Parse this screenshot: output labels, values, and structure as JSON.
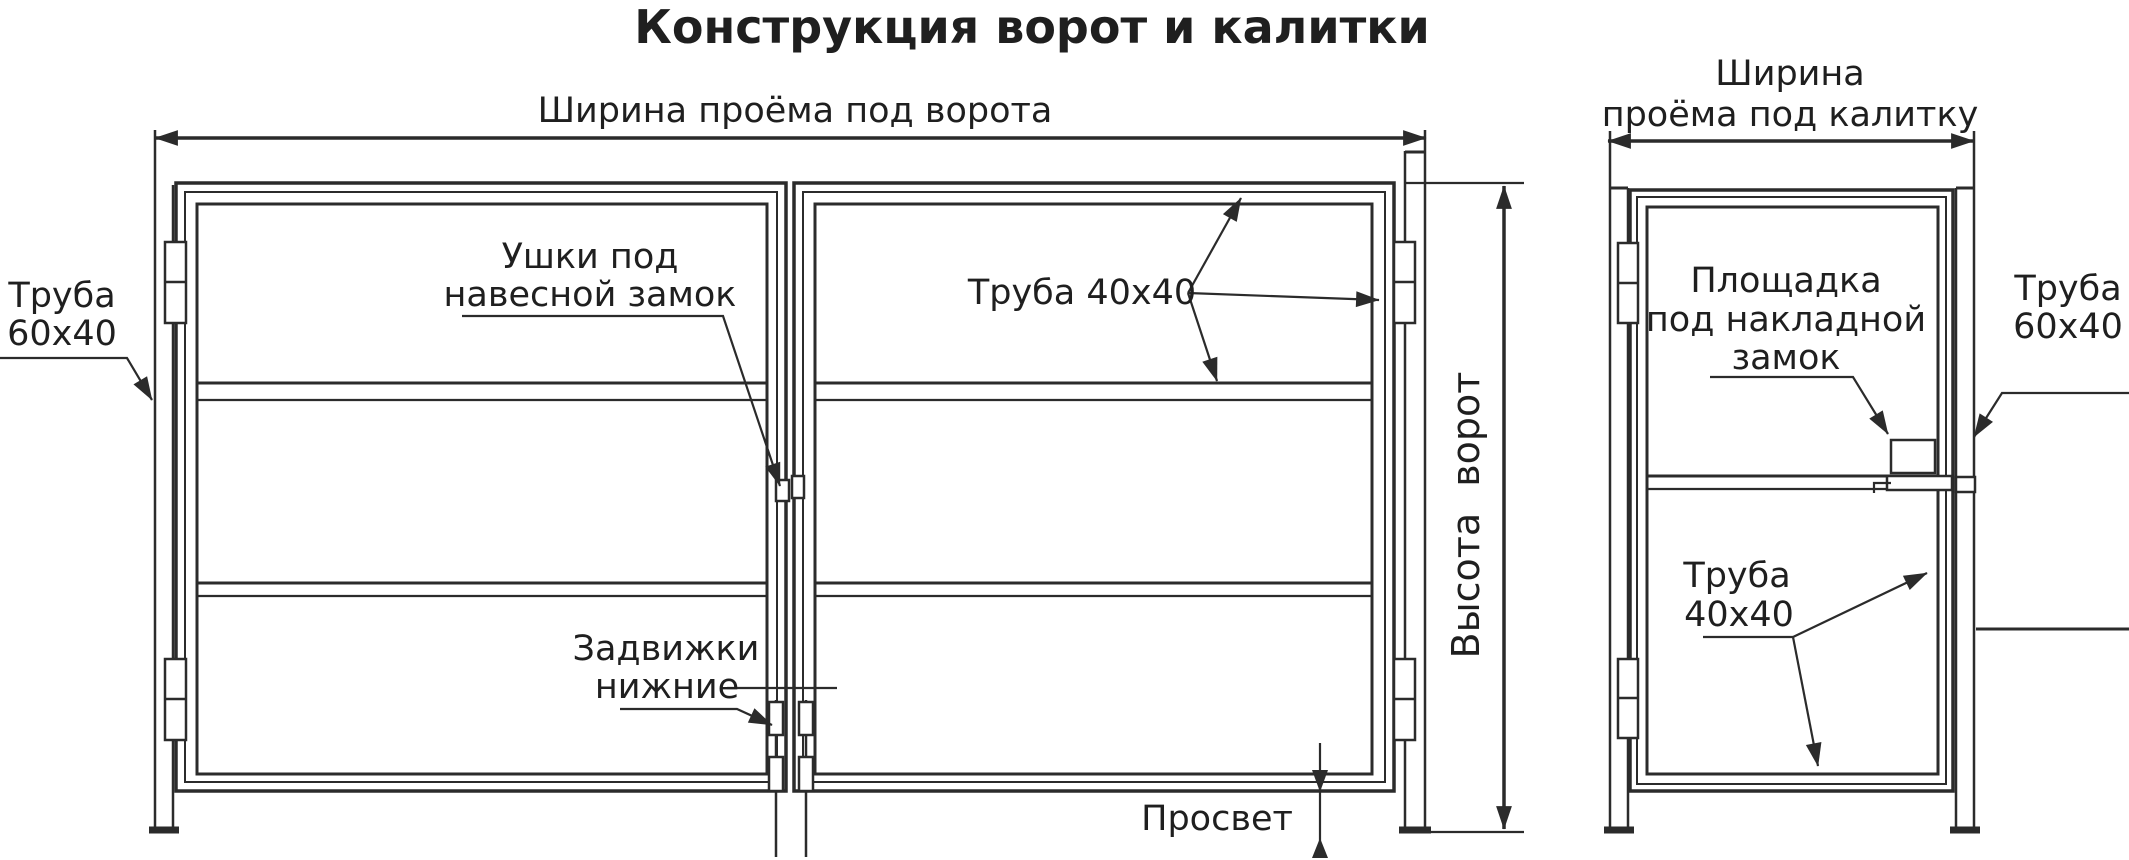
{
  "title": "Конструкция ворот и калитки",
  "colors": {
    "accent": "#c2282e",
    "line": "#2b2b2b"
  },
  "gate": {
    "width_dim": "Ширина проёма под ворота",
    "height_dim": "Высота ворот",
    "pipe_60x40": {
      "line1": "Труба",
      "line2": "60x40"
    },
    "padlock_lugs": {
      "line1": "Ушки под",
      "line2": "навесной замок"
    },
    "pipe_40x40": "Труба 40x40",
    "bottom_latches": {
      "line1": "Задвижки",
      "line2": "нижние"
    },
    "clearance": "Просвет"
  },
  "wicket": {
    "width_dim": {
      "line1": "Ширина",
      "line2": "проёма под калитку"
    },
    "lock_plate": {
      "line1": "Площадка",
      "line2": "под накладной",
      "line3": "замок"
    },
    "pipe_40x40": {
      "line1": "Труба",
      "line2": "40x40"
    },
    "pipe_60x40": {
      "line1": "Труба",
      "line2": "60x40"
    }
  }
}
